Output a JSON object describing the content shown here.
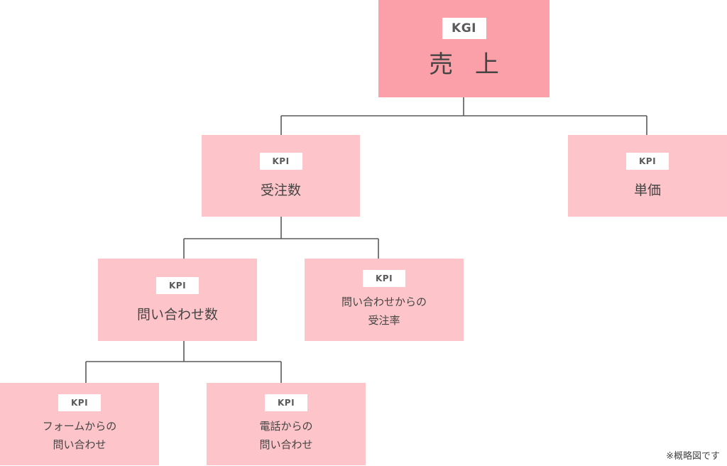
{
  "root": {
    "tag": "KGI",
    "label": "売 上"
  },
  "orders": {
    "tag": "KPI",
    "label": "受注数"
  },
  "unit_price": {
    "tag": "KPI",
    "label": "単価"
  },
  "inquiries": {
    "tag": "KPI",
    "label": "問い合わせ数"
  },
  "inquiry_conversion": {
    "tag": "KPI",
    "label": "問い合わせからの\n受注率"
  },
  "form_inquiries": {
    "tag": "KPI",
    "label": "フォームからの\n問い合わせ"
  },
  "phone_inquiries": {
    "tag": "KPI",
    "label": "電話からの\n問い合わせ"
  },
  "note": "※概略図です",
  "colors": {
    "kgi_fill": "#fba0a8",
    "kpi_fill": "#fdc5c9",
    "connector": "#5a5a5a",
    "tag_fill": "#ffffff"
  }
}
